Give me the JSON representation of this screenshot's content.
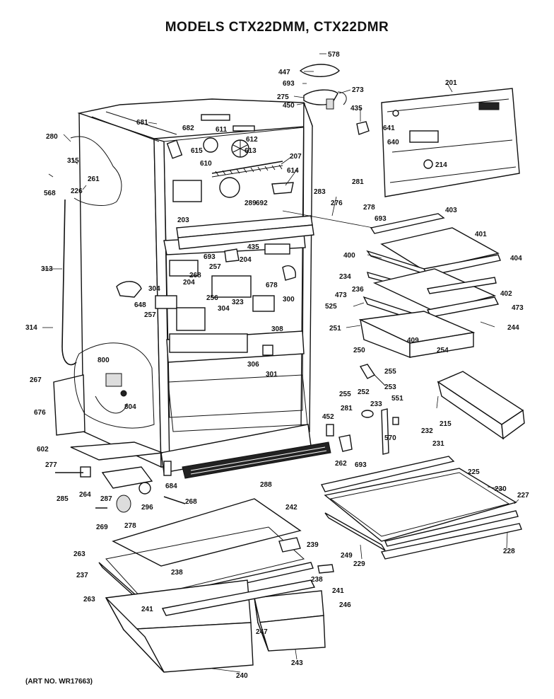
{
  "title": "MODELS CTX22DMM, CTX22DMR",
  "art_number": "(ART NO. WR17663)",
  "labels": [
    "578",
    "447",
    "693",
    "273",
    "275",
    "450",
    "435",
    "201",
    "681",
    "682",
    "611",
    "615",
    "610",
    "613",
    "612",
    "614",
    "207",
    "641",
    "640",
    "214",
    "280",
    "315",
    "261",
    "568",
    "226",
    "203",
    "289",
    "692",
    "283",
    "276",
    "278",
    "693",
    "403",
    "281",
    "401",
    "400",
    "404",
    "435",
    "204",
    "693",
    "257",
    "234",
    "402",
    "313",
    "304",
    "204",
    "678",
    "268",
    "473",
    "525",
    "473",
    "648",
    "256",
    "257",
    "323",
    "300",
    "236",
    "304",
    "251",
    "244",
    "308",
    "250",
    "254",
    "409",
    "306",
    "800",
    "301",
    "255",
    "253",
    "252",
    "314",
    "267",
    "255",
    "233",
    "551",
    "281",
    "215",
    "804",
    "676",
    "452",
    "232",
    "570",
    "602",
    "231",
    "277",
    "262",
    "693",
    "225",
    "288",
    "264",
    "684",
    "230",
    "227",
    "285",
    "287",
    "296",
    "268",
    "242",
    "269",
    "278",
    "239",
    "263",
    "238",
    "249",
    "228",
    "229",
    "237",
    "238",
    "241",
    "263",
    "241",
    "246",
    "247",
    "240",
    "243"
  ]
}
